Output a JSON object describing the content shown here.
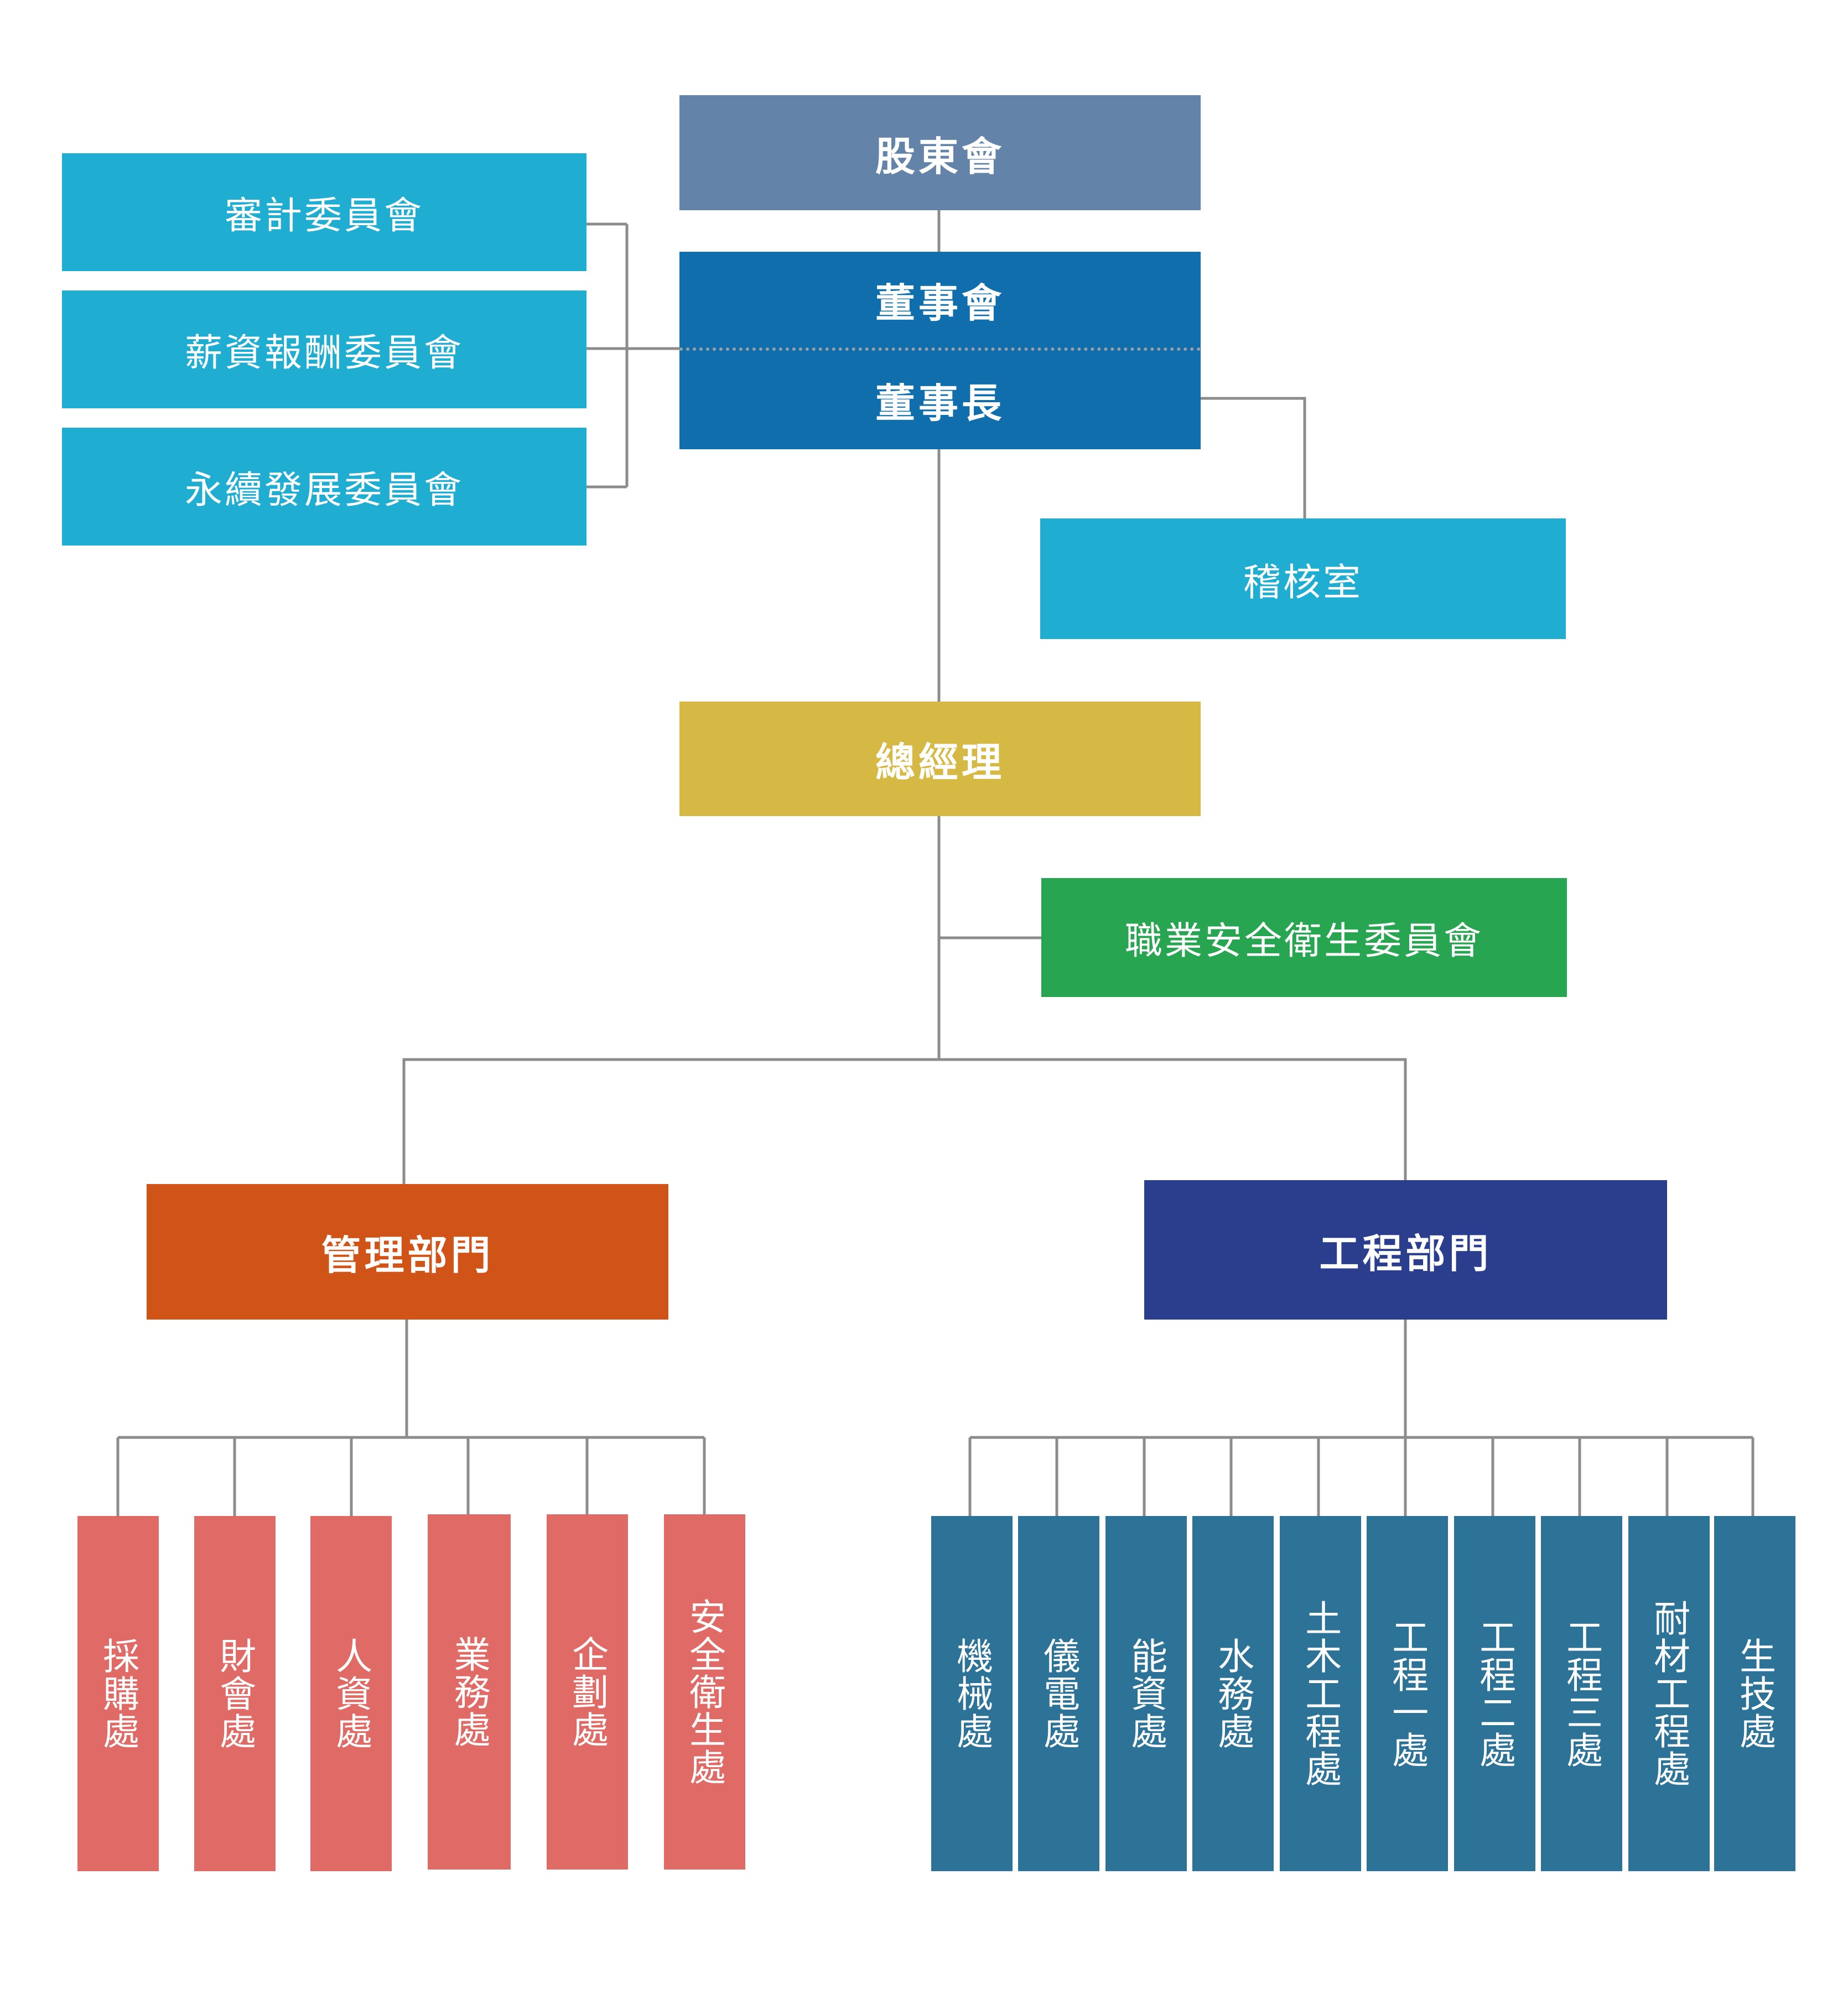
{
  "colors": {
    "shareholders": "#6383a8",
    "board": "#0f6eab",
    "committee": "#1fadd2",
    "gm": "#d6b944",
    "safety_committee": "#27a550",
    "mgmt_dept": "#d05317",
    "eng_dept": "#2b3d8d",
    "mgmt_unit": "#e06b66",
    "eng_unit": "#2d7397",
    "line": "#8c8c8c"
  },
  "top": {
    "shareholders": "股東會",
    "board": "董事會",
    "chairman": "董事長",
    "audit_office": "稽核室",
    "general_manager": "總經理",
    "safety_committee": "職業安全衛生委員會"
  },
  "committees": [
    "審計委員會",
    "薪資報酬委員會",
    "永續發展委員會"
  ],
  "departments": {
    "management": "管理部門",
    "engineering": "工程部門"
  },
  "management_units": [
    "採購處",
    "財會處",
    "人資處",
    "業務處",
    "企劃處",
    "安全衛生處"
  ],
  "engineering_units": [
    "機械處",
    "儀電處",
    "能資處",
    "水務處",
    "土木工程處",
    "工程一處",
    "工程二處",
    "工程三處",
    "耐材工程處",
    "生技處"
  ]
}
